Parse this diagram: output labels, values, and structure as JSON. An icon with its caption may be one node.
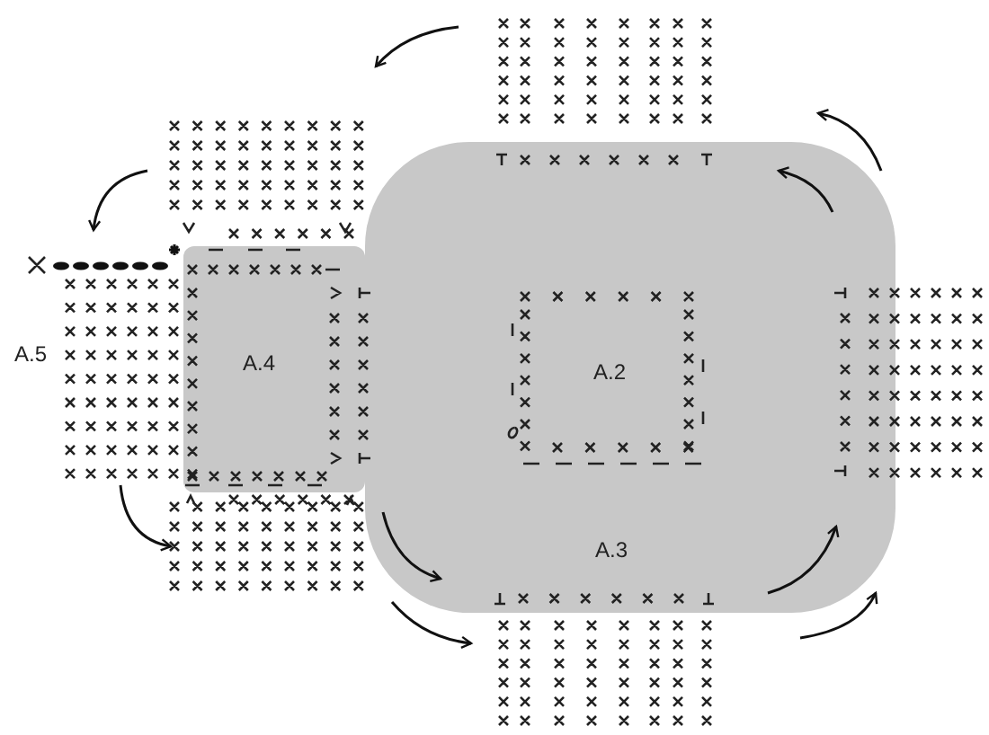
{
  "diagram": {
    "nodes": [
      {
        "text": [
          "A.3"
        ]
      },
      {
        "text": [
          "A.2"
        ],
        "in": 0
      },
      {
        "text": [
          "A.4"
        ]
      }
    ],
    "labels": [
      "A.5"
    ]
  }
}
